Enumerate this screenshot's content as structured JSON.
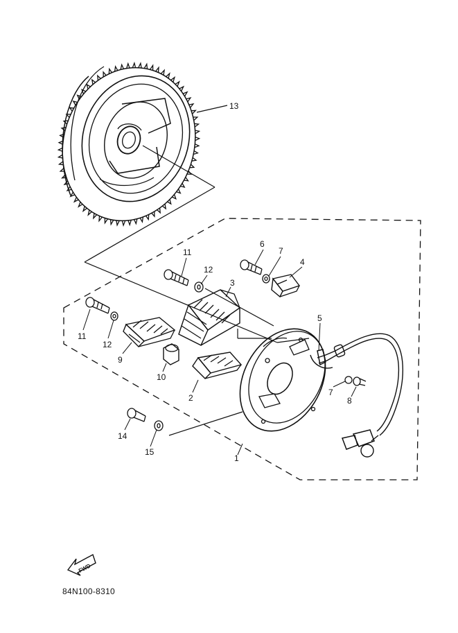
{
  "diagram": {
    "part_labels": [
      {
        "id": "p13",
        "text": "13"
      },
      {
        "id": "p6",
        "text": "6"
      },
      {
        "id": "p7a",
        "text": "7"
      },
      {
        "id": "p4",
        "text": "4"
      },
      {
        "id": "p11a",
        "text": "11"
      },
      {
        "id": "p12a",
        "text": "12"
      },
      {
        "id": "p3",
        "text": "3"
      },
      {
        "id": "p11b",
        "text": "11"
      },
      {
        "id": "p12b",
        "text": "12"
      },
      {
        "id": "p9",
        "text": "9"
      },
      {
        "id": "p10",
        "text": "10"
      },
      {
        "id": "p5",
        "text": "5"
      },
      {
        "id": "p2",
        "text": "2"
      },
      {
        "id": "p7b",
        "text": "7"
      },
      {
        "id": "p8",
        "text": "8"
      },
      {
        "id": "p14",
        "text": "14"
      },
      {
        "id": "p15",
        "text": "15"
      },
      {
        "id": "p1",
        "text": "1"
      }
    ],
    "front_arrow_text": "FWD",
    "drawing_code": "84N100-8310"
  }
}
